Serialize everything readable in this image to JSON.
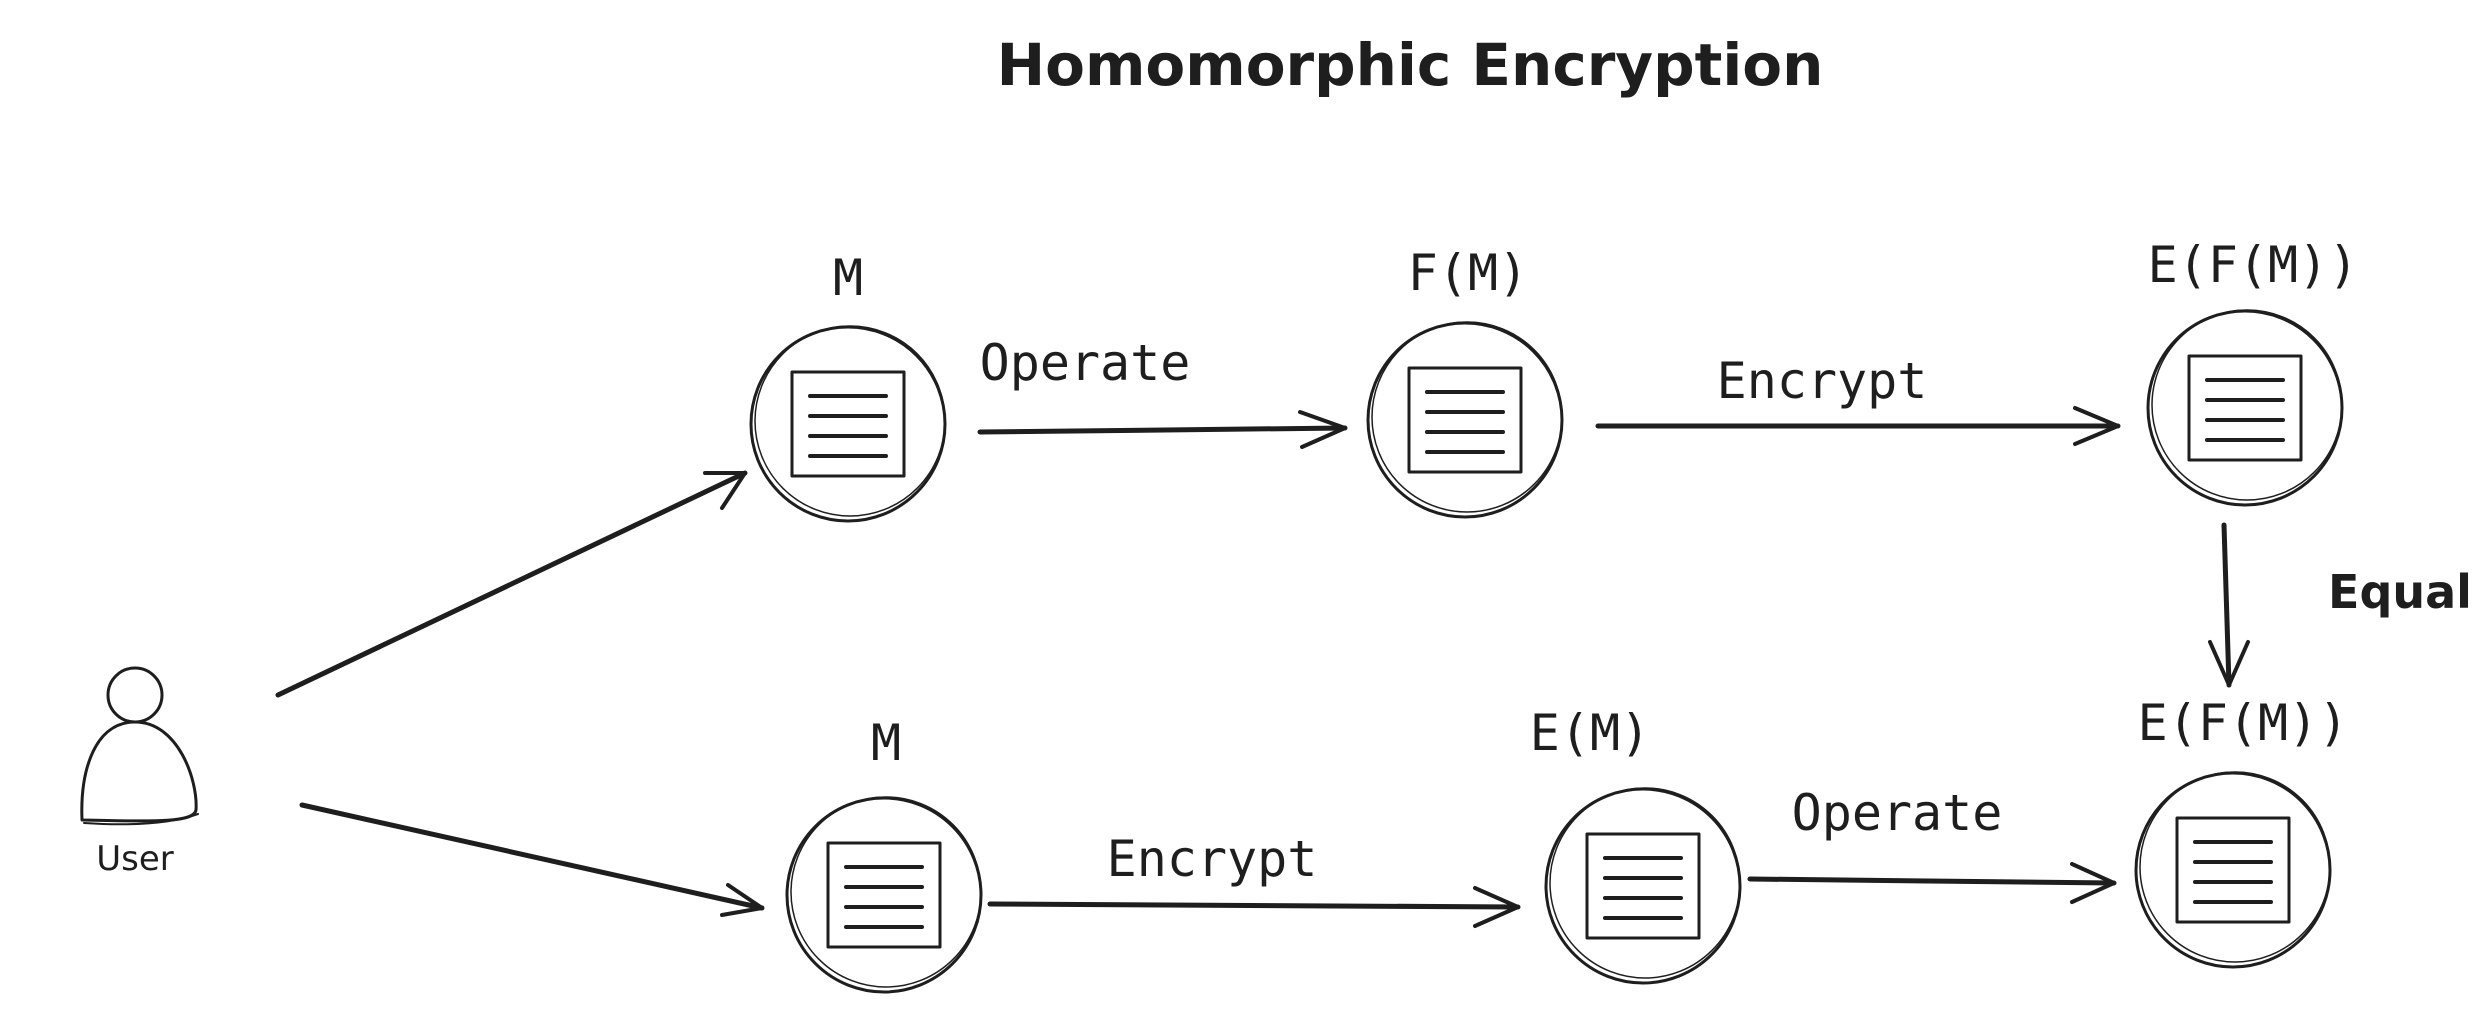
{
  "title": "Homomorphic Encryption",
  "actor": {
    "label": "User",
    "icon": "user-icon"
  },
  "nodes": {
    "top_m": {
      "label": "M",
      "icon": "document-icon"
    },
    "top_fm": {
      "label": "F(M)",
      "icon": "document-icon"
    },
    "top_efm": {
      "label": "E(F(M))",
      "icon": "document-icon"
    },
    "bottom_m": {
      "label": "M",
      "icon": "document-icon"
    },
    "bottom_em": {
      "label": "E(M)",
      "icon": "document-icon"
    },
    "bottom_efm": {
      "label": "E(F(M))",
      "icon": "document-icon"
    }
  },
  "edges": {
    "top_operate": {
      "label": "Operate"
    },
    "top_encrypt": {
      "label": "Encrypt"
    },
    "bottom_encrypt": {
      "label": "Encrypt"
    },
    "bottom_operate": {
      "label": "Operate"
    },
    "equal": {
      "label": "Equal"
    }
  },
  "colors": {
    "ink": "#1e1e1e",
    "background": "#ffffff"
  }
}
